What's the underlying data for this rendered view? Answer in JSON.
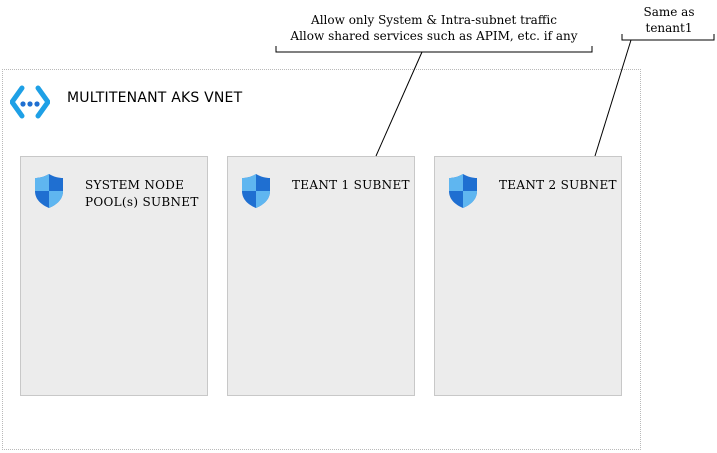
{
  "vnet": {
    "title": "MULTITENANT AKS VNET",
    "icon": "virtual-network-icon"
  },
  "subnets": [
    {
      "label": "SYSTEM NODE POOL(s) SUBNET",
      "icon": "network-security-group-shield-icon"
    },
    {
      "label": "TEANT 1 SUBNET",
      "icon": "network-security-group-shield-icon"
    },
    {
      "label": "TEANT 2 SUBNET",
      "icon": "network-security-group-shield-icon"
    }
  ],
  "callouts": {
    "tenant1": {
      "line1": "Allow only System & Intra-subnet traffic",
      "line2": "Allow shared services such as APIM, etc. if any"
    },
    "tenant2": {
      "line1": "Same as",
      "line2": "tenant1"
    }
  },
  "colors": {
    "subnet_fill": "#ececec",
    "subnet_border": "#c8c8c8",
    "shield_dark": "#1f6fd1",
    "shield_light": "#5fb6f0",
    "vnet_icon": "#1ea0e6"
  }
}
